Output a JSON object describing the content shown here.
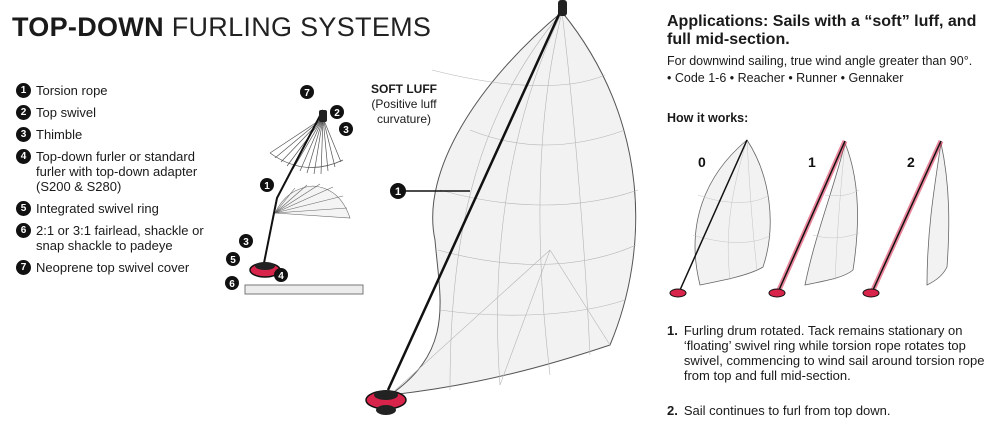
{
  "title": {
    "bold": "TOP-DOWN",
    "light": "FURLING SYSTEMS"
  },
  "legend": [
    {
      "n": "1",
      "label": "Torsion rope"
    },
    {
      "n": "2",
      "label": "Top swivel"
    },
    {
      "n": "3",
      "label": "Thimble"
    },
    {
      "n": "4",
      "label": "Top-down furler or standard furler with top-down adapter (S200 & S280)"
    },
    {
      "n": "5",
      "label": "Integrated swivel ring"
    },
    {
      "n": "6",
      "label": "2:1 or 3:1 fairlead, shackle or snap shackle to padeye"
    },
    {
      "n": "7",
      "label": "Neoprene top swivel cover"
    }
  ],
  "soft_luff": {
    "title": "SOFT LUFF",
    "line1": "(Positive luff",
    "line2": "curvature)",
    "marker": "1"
  },
  "applications": {
    "title": "Applications: Sails with a “soft” luff, and full mid-section.",
    "desc": "For downwind sailing, true wind angle greater than 90°.",
    "types": "• Code 1-6 • Reacher • Runner • Gennaker"
  },
  "how_it_works": {
    "heading": "How it works:",
    "stage_labels": [
      "0",
      "1",
      "2"
    ],
    "steps": [
      {
        "n": "1.",
        "text": "Furling drum rotated. Tack remains stationary on ‘floating’ swivel ring while torsion rope rotates top swivel, commencing to wind sail around torsion rope from top and full mid-section."
      },
      {
        "n": "2.",
        "text": "Sail continues to furl from top down."
      }
    ]
  },
  "colors": {
    "drum": "#d8234a",
    "ink": "#111111",
    "sail": "#f2f2f2"
  }
}
